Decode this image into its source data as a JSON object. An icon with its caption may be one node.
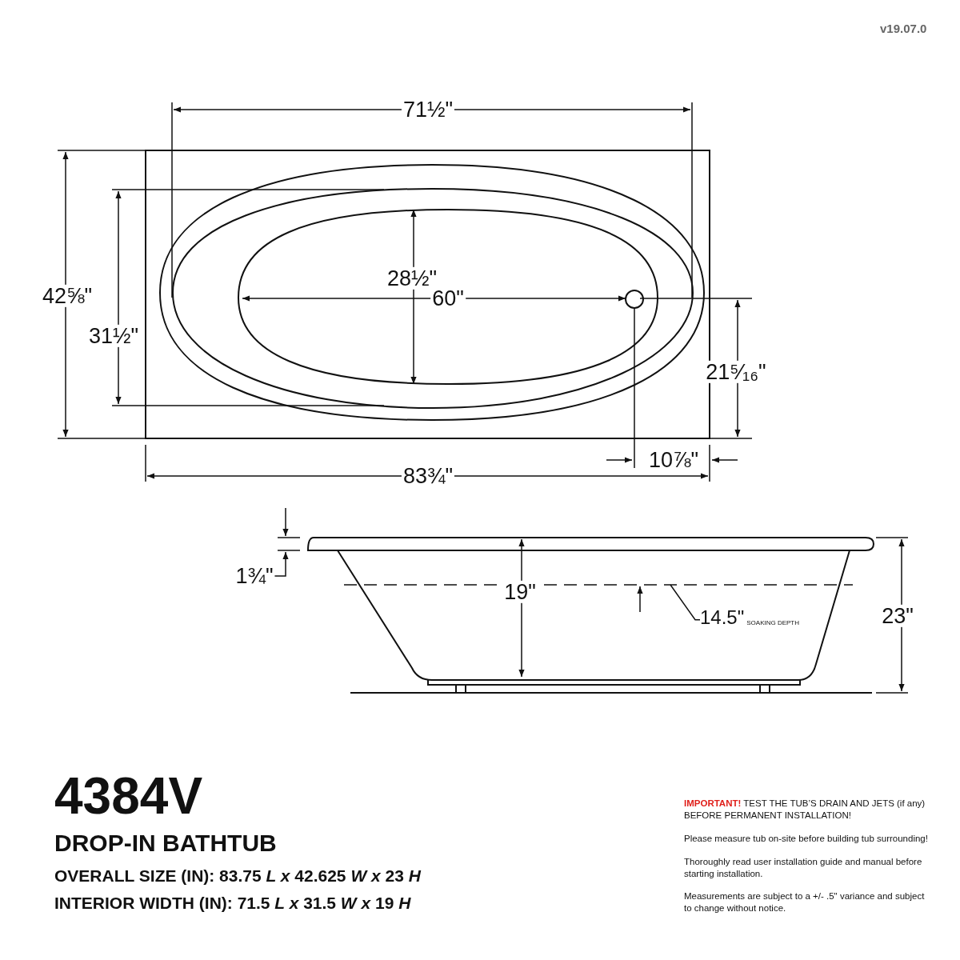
{
  "diagram": {
    "title": "4384V",
    "nodes": [
      {
        "text": [
          "14.5\""
        ],
        "beside": [
          "SOAKING DEPTH"
        ]
      },
      {
        "text": [],
        "shape": "line"
      }
    ],
    "edges": [
      {
        "from": 0,
        "to": 1,
        "arrow": "none"
      }
    ],
    "labels": [
      "v19.07.0",
      "71½\"",
      "42⅝\"",
      "28½\"",
      "60\"",
      "31½\"",
      "21⁵⁄₁₆\"",
      "10⅞\"",
      "83¾\"",
      "1¾\"",
      "19\"",
      "23\"",
      "DROP-IN BATHTUB",
      "OVERALL SIZE (IN): 83.75 *L x* 42.625 *W x* 23 *H*",
      "INTERIOR WIDTH (IN): 71.5 *L x* 31.5 *W x* 19 *H*",
      "**IMPORTANT!** TEST THE TUB’S DRAIN AND JETS (if any) BEFORE PERMANENT INSTALLATION!",
      "Please measure tub on-site before building tub surrounding!",
      "Thoroughly read user installation guide and manual before starting installation.",
      "Measurements are subject to a +/- .5\" variance and subject to change without notice."
    ]
  }
}
